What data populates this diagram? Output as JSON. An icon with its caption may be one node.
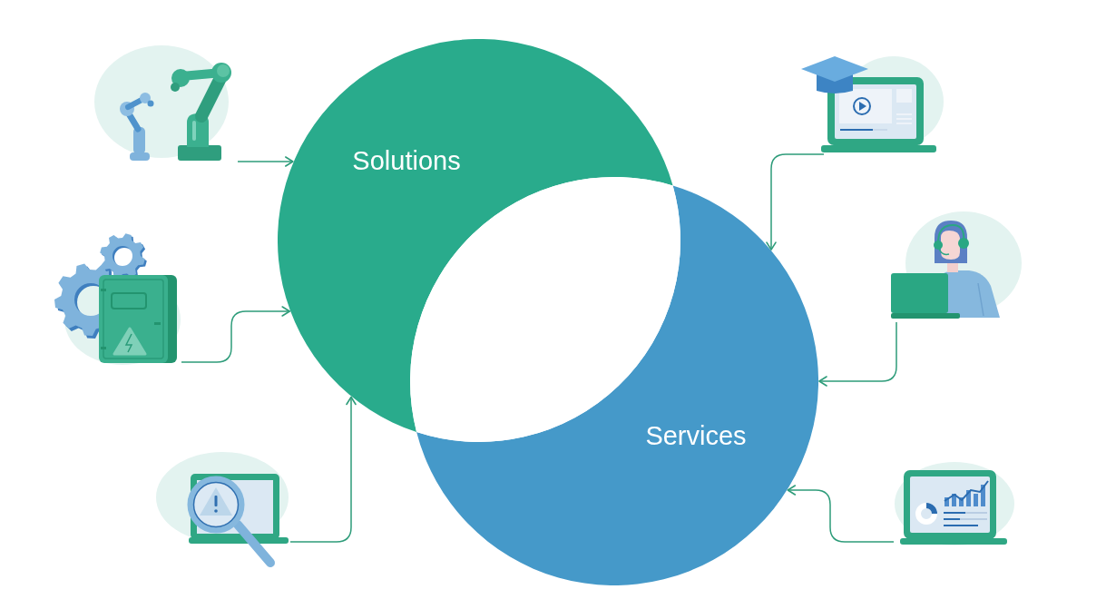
{
  "diagram": {
    "nodes": [
      {
        "text": [
          "Solutions"
        ]
      },
      {
        "text": [
          "Services"
        ]
      },
      {
        "text": [],
        "shape": "lens"
      },
      {
        "text": [],
        "shape": "picture"
      },
      {
        "text": [],
        "shape": "picture"
      },
      {
        "text": [],
        "shape": "picture"
      },
      {
        "text": [],
        "shape": "picture"
      },
      {
        "text": [],
        "shape": "picture"
      },
      {
        "text": [],
        "shape": "picture"
      }
    ],
    "edges": [
      {
        "from": 3,
        "to": 0,
        "arrow": "to"
      },
      {
        "from": 4,
        "to": 0,
        "arrow": "to"
      },
      {
        "from": 5,
        "to": 0,
        "arrow": "to"
      },
      {
        "from": 6,
        "to": 1,
        "arrow": "to"
      },
      {
        "from": 7,
        "to": 1,
        "arrow": "to"
      },
      {
        "from": 8,
        "to": 1,
        "arrow": "to"
      }
    ]
  }
}
